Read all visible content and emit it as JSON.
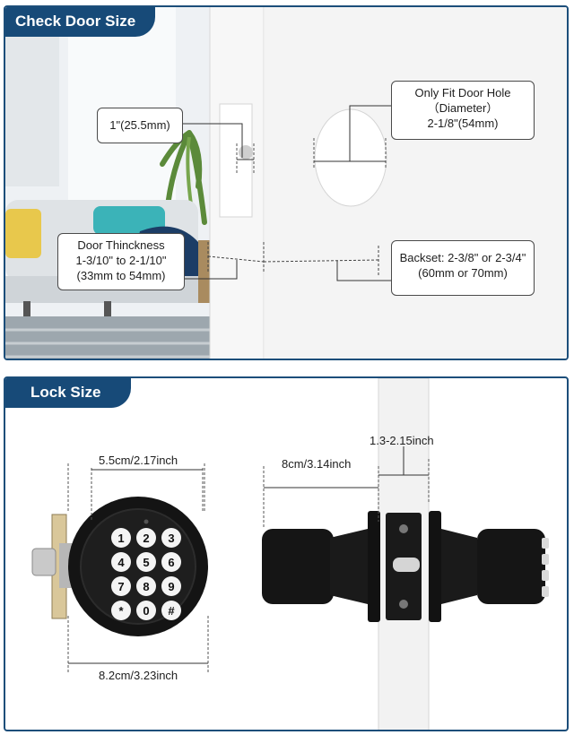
{
  "door_section": {
    "title": "Check Door Size",
    "callouts": {
      "latch_width": "1\"(25.5mm)",
      "door_hole": [
        "Only Fit Door Hole",
        "（Diameter）",
        "2-1/8\"(54mm)"
      ],
      "door_thickness": [
        "Door Thinckness",
        "1-3/10\" to 2-1/10\"",
        "(33mm to 54mm)"
      ],
      "backset": [
        "Backset: 2-3/8\" or 2-3/4\"",
        "(60mm or 70mm)"
      ]
    }
  },
  "lock_section": {
    "title": "Lock Size",
    "dimensions": {
      "keypad_width": "5.5cm/2.17inch",
      "rose_diameter": "8.2cm/3.23inch",
      "knob_length": "8cm/3.14inch",
      "door_range": "1.3-2.15inch"
    },
    "keypad_keys": [
      "1",
      "2",
      "3",
      "4",
      "5",
      "6",
      "7",
      "8",
      "9",
      "*",
      "0",
      "#"
    ]
  },
  "colors": {
    "accent": "#174a78",
    "lock_body": "#161616",
    "background": "#ffffff"
  }
}
